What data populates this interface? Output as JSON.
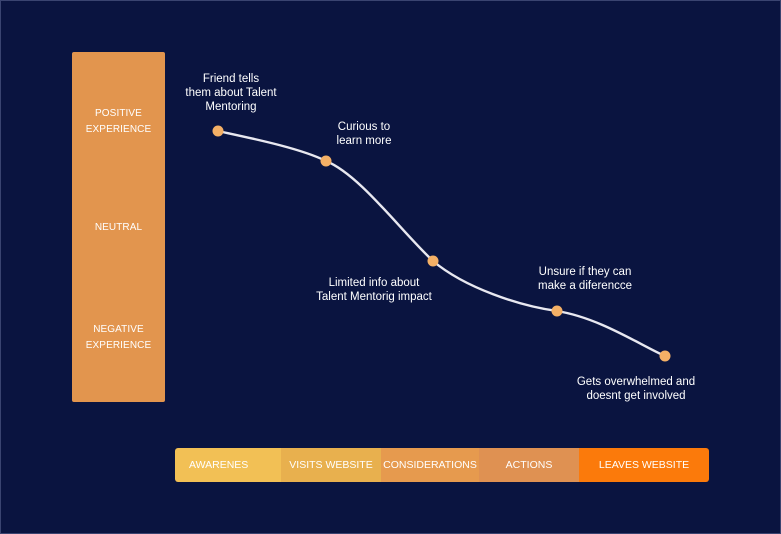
{
  "scale": {
    "positive": [
      "POSITIVE",
      "EXPERIENCE"
    ],
    "neutral": "NEUTRAL",
    "negative": [
      "NEGATIVE",
      "EXPERIENCE"
    ]
  },
  "touchpoints": [
    {
      "lines": [
        "Friend tells",
        "them about Talent",
        "Mentoring"
      ]
    },
    {
      "lines": [
        "Curious to",
        "learn more"
      ]
    },
    {
      "lines": [
        "Limited info about",
        "Talent Mentorig impact"
      ]
    },
    {
      "lines": [
        "Unsure if they can",
        "make a diferencce"
      ]
    },
    {
      "lines": [
        "Gets overwhelmed and",
        "doesnt get involved"
      ]
    }
  ],
  "stages": [
    "AWARENES",
    "VISITS WEBSITE",
    "CONSIDERATIONS",
    "ACTIONS",
    "LEAVES WEBSITE"
  ],
  "colors": {
    "background": "#0a1440",
    "scale": "#e2954e",
    "point": "#f4b066",
    "curve": "#e8e8f0",
    "stage_awareness": "#f2c055",
    "stage_visits": "#e8b04e",
    "stage_considerations": "#e69a4e",
    "stage_actions": "#df9152",
    "stage_leaves": "#fb7a0b"
  }
}
